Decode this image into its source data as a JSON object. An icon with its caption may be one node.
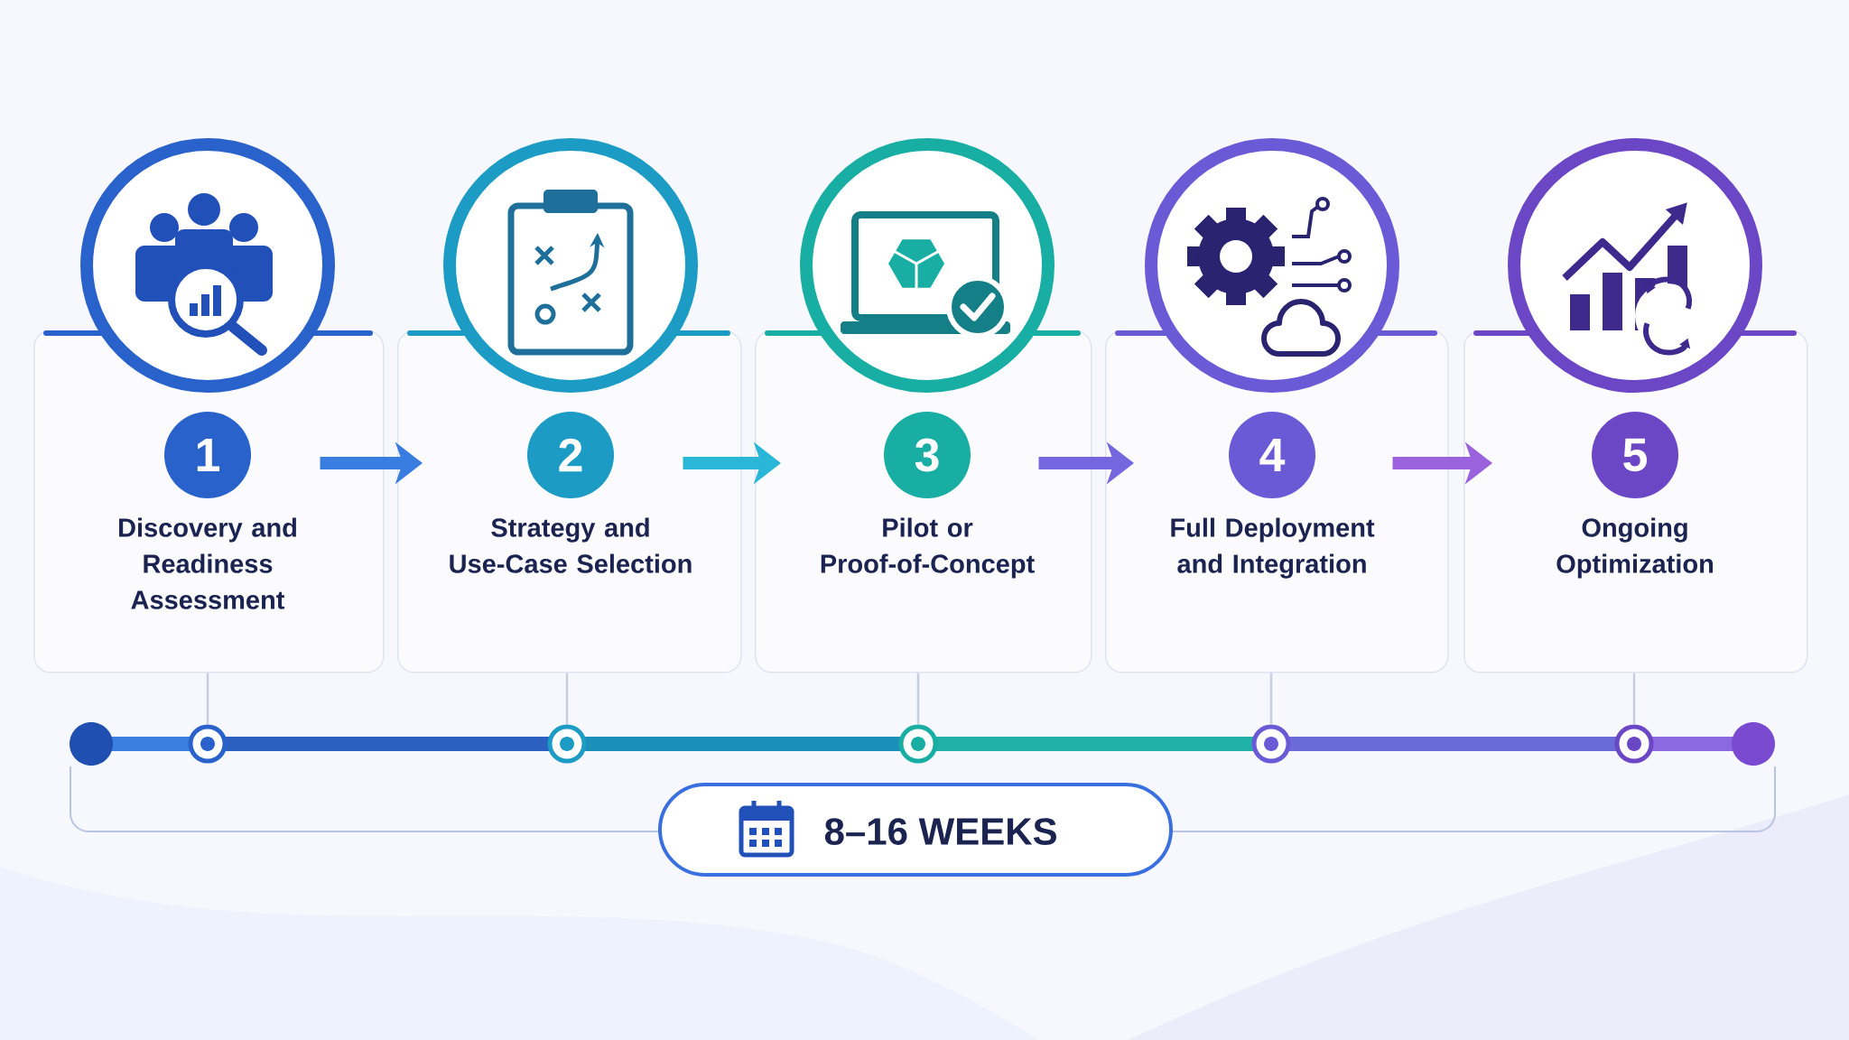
{
  "diagram": {
    "nodes": [
      {
        "text": [
          "1",
          "Discovery and Readiness Assessment"
        ]
      },
      {
        "text": [
          "2",
          "Strategy and Use-Case Selection"
        ]
      },
      {
        "text": [
          "3",
          "Pilot or Proof-of-Concept"
        ]
      },
      {
        "text": [
          "4",
          "Full Deployment and Integration"
        ]
      },
      {
        "text": [
          "5",
          "Ongoing Optimization"
        ]
      },
      {
        "text": [],
        "shape": "circle"
      },
      {
        "text": [],
        "shape": "circle"
      },
      {
        "text": [],
        "shape": "circle"
      },
      {
        "text": [],
        "shape": "circle"
      },
      {
        "text": [],
        "shape": "circle"
      },
      {
        "text": [
          "8–16 WEEKS"
        ]
      }
    ],
    "edges": [
      {
        "from": 0,
        "to": 1,
        "arrow": "to",
        "style": "thick",
        "color": "#3a7de0"
      },
      {
        "from": 1,
        "to": 2,
        "arrow": "to",
        "style": "thick",
        "color": "#2ab6d6"
      },
      {
        "from": 2,
        "to": 3,
        "arrow": "to",
        "style": "thick",
        "color": "#7466de"
      },
      {
        "from": 3,
        "to": 4,
        "arrow": "to",
        "style": "thick",
        "color": "#9a62dc"
      },
      {
        "from": 0,
        "to": 5,
        "arrow": "none"
      },
      {
        "from": 1,
        "to": 6,
        "arrow": "none"
      },
      {
        "from": 2,
        "to": 7,
        "arrow": "none"
      },
      {
        "from": 3,
        "to": 8,
        "arrow": "none"
      },
      {
        "from": 4,
        "to": 9,
        "arrow": "none"
      }
    ]
  }
}
